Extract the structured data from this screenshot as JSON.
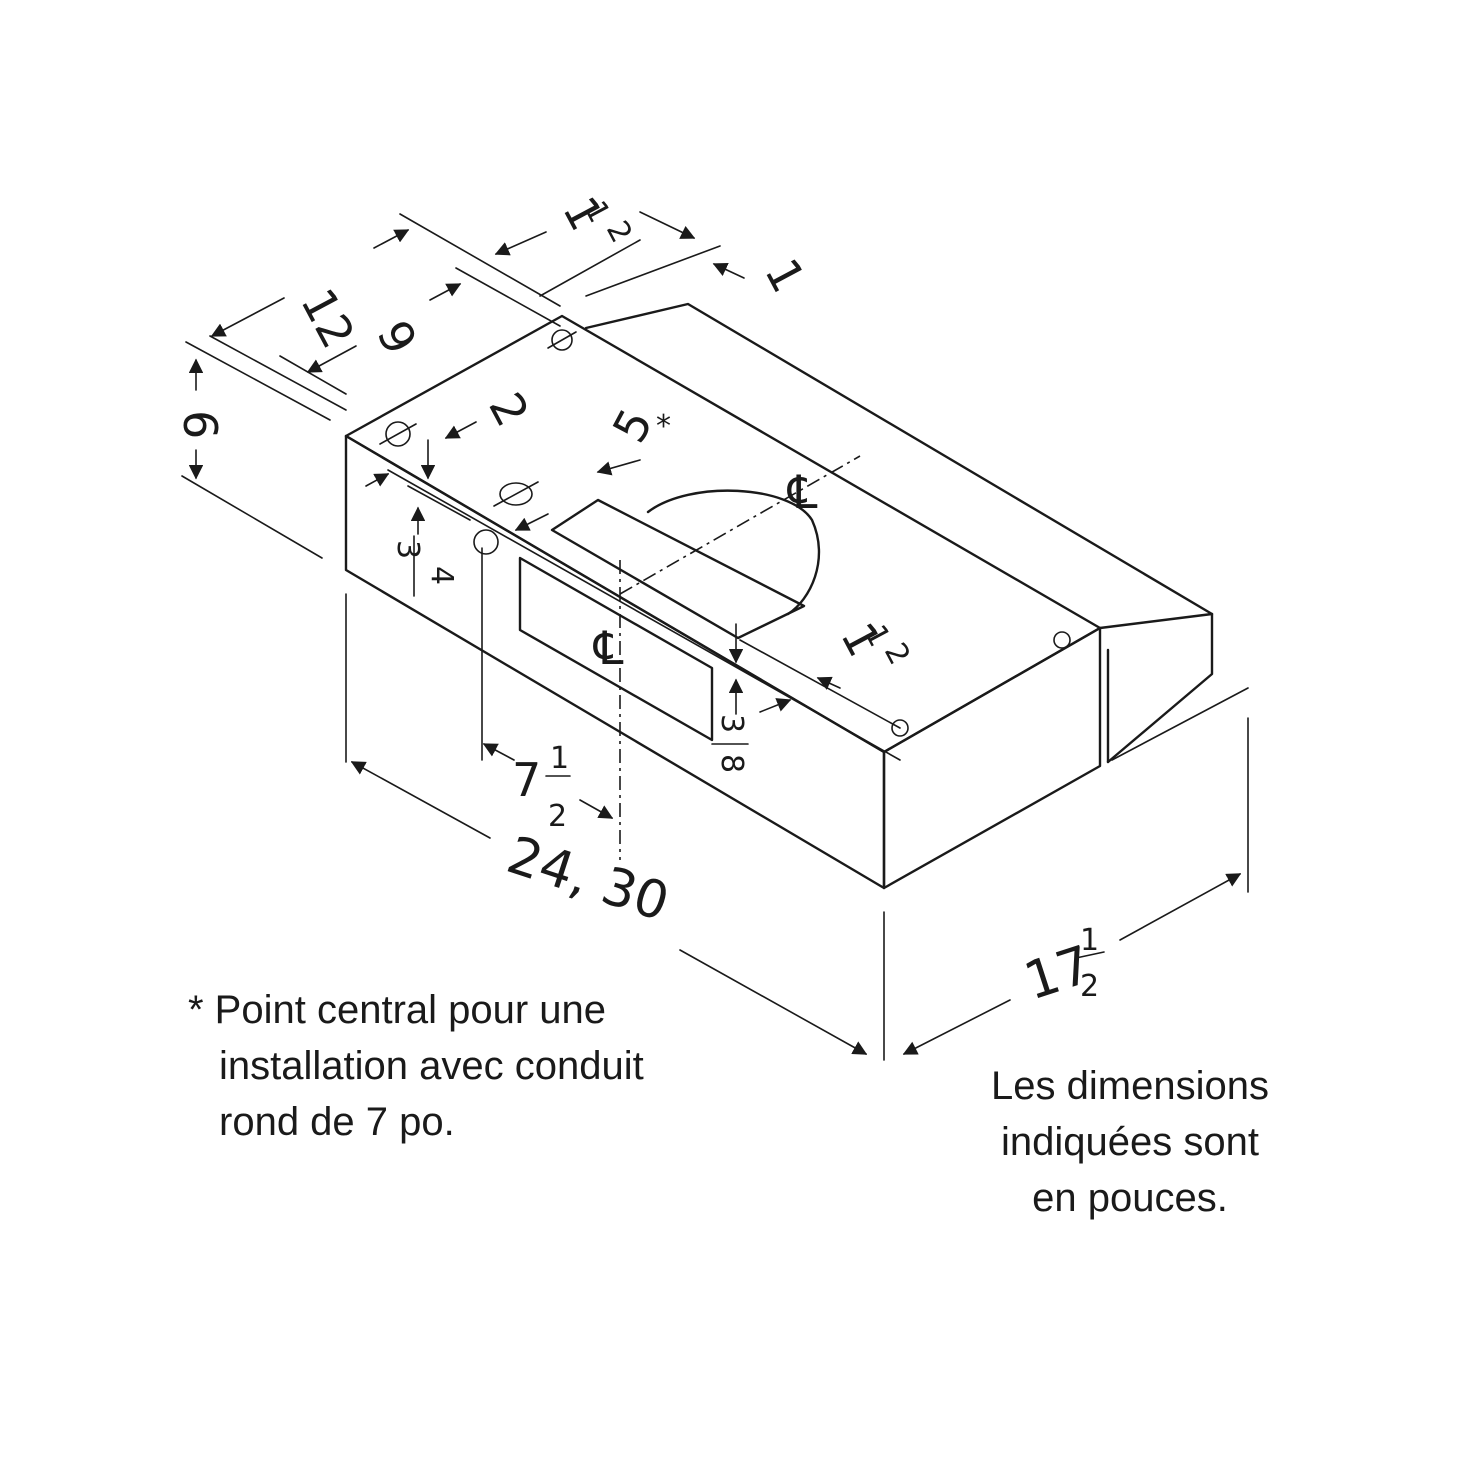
{
  "dimensions": {
    "depth_total": "12",
    "depth_inner": "9",
    "height": "6",
    "offset_2": "2",
    "offset_half_top_whole": "1",
    "offset_half_top_num": "1",
    "offset_half_top_den": "2",
    "offset_1": "1",
    "center_5": "5",
    "center_5_mark": "*",
    "three_quarter_num": "3",
    "three_quarter_den": "4",
    "seven_half_whole": "7",
    "seven_half_num": "1",
    "seven_half_den": "2",
    "three_eighth_num": "3",
    "three_eighth_den": "8",
    "right_half_whole": "1",
    "right_half_num": "1",
    "right_half_den": "2",
    "width": "24, 30",
    "length_whole": "17",
    "length_num": "1",
    "length_den": "2"
  },
  "notes": {
    "footnote_line1": "* Point central pour une",
    "footnote_line2": "installation avec conduit",
    "footnote_line3": "rond de 7 po.",
    "units_line1": "Les dimensions",
    "units_line2": "indiquées sont",
    "units_line3": "en pouces."
  },
  "colors": {
    "ink": "#1a1a1a",
    "background": "#ffffff"
  }
}
